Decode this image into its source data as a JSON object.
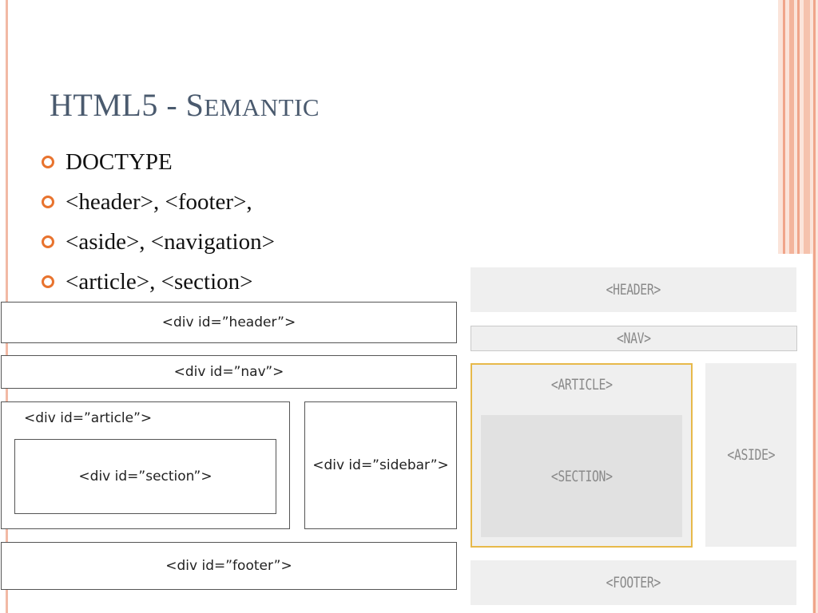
{
  "slide": {
    "title_first": "HTML5 - S",
    "title_rest": "EMANTIC",
    "bullets": [
      "DOCTYPE",
      "<header>, <footer>,",
      "<aside>, <navigation>",
      "<article>, <section>"
    ],
    "bullet_color": "#e8732e",
    "title_color": "#4a5a6e"
  },
  "div_layout": {
    "header": "<div id=”header”>",
    "nav": "<div id=”nav”>",
    "article": "<div id=”article”>",
    "section": "<div id=”section”>",
    "sidebar": "<div id=”sidebar”>",
    "footer": "<div id=”footer”>"
  },
  "semantic_layout": {
    "header": "<HEADER>",
    "nav": "<NAV>",
    "article": "<ARTICLE>",
    "section": "<SECTION>",
    "aside": "<ASIDE>",
    "footer": "<FOOTER>",
    "article_border_color": "#e7b94a"
  }
}
